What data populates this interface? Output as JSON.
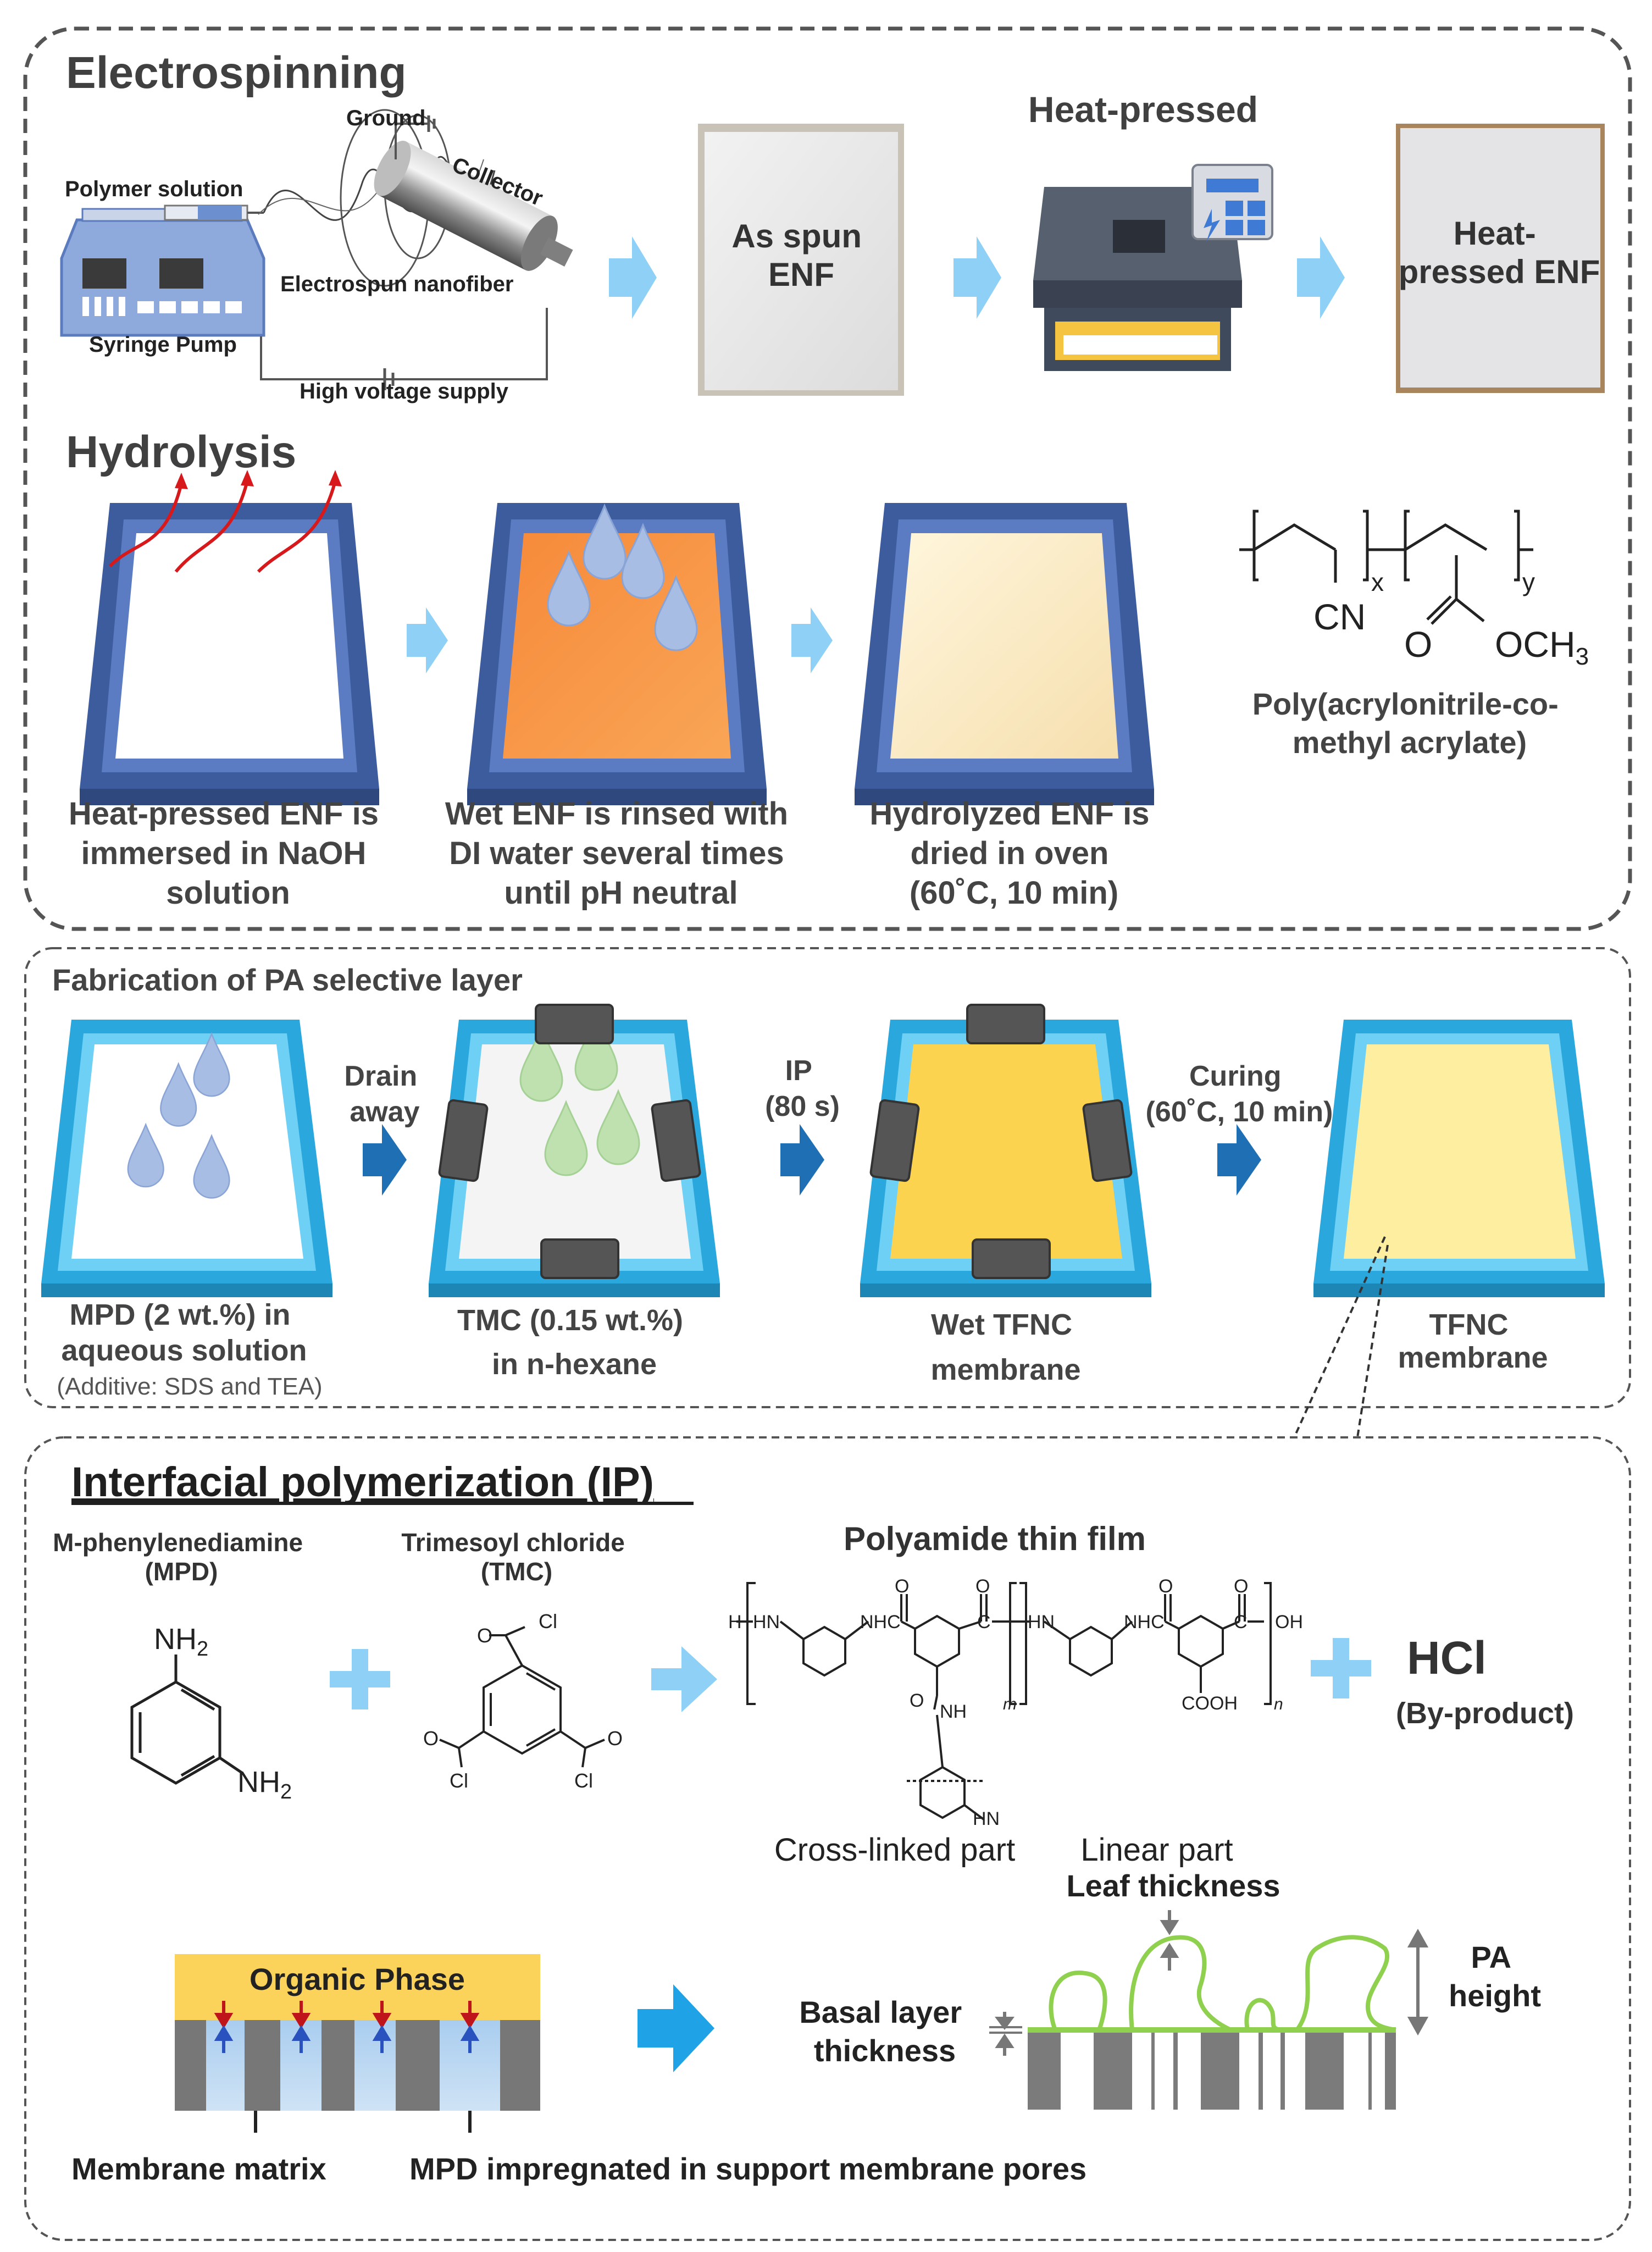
{
  "electrospinning": {
    "title": "Electrospinning",
    "labels": {
      "ground": "Ground",
      "collector": "Collector",
      "polymer_solution": "Polymer solution",
      "syringe_pump": "Syringe Pump",
      "electrospun_nanofiber": "Electrospun nanofiber",
      "high_voltage_supply": "High voltage supply"
    },
    "as_spun": [
      "As spun",
      "ENF"
    ],
    "heat_pressed_title": "Heat-pressed",
    "heat_pressed_enf": [
      "Heat-",
      "pressed ENF"
    ]
  },
  "hydrolysis": {
    "title": "Hydrolysis",
    "steps": [
      [
        "Heat-pressed ENF is",
        "immersed in NaOH",
        "solution"
      ],
      [
        "Wet ENF is rinsed with",
        "DI water several times",
        "until pH neutral"
      ],
      [
        "Hydrolyzed ENF is",
        "dried in oven",
        "(60˚C, 10 min)"
      ]
    ],
    "polymer_name": [
      "Poly(acrylonitrile-co-",
      "methyl acrylate)"
    ],
    "structure": {
      "cn": "CN",
      "ester_o": "O",
      "ester_och": "OCH",
      "sub3": "3",
      "x": "x",
      "y": "y"
    }
  },
  "fabrication": {
    "title": "Fabrication of PA selective layer",
    "arrows": [
      [
        "Drain",
        "away"
      ],
      [
        "IP",
        "(80 s)"
      ],
      [
        "Curing",
        "(60˚C, 10 min)"
      ]
    ],
    "steps": [
      [
        "MPD (2 wt.%) in",
        "aqueous solution"
      ],
      [
        "TMC (0.15 wt.%)",
        "in n-hexane"
      ],
      [
        "Wet TFNC",
        "membrane"
      ],
      [
        "TFNC",
        "membrane"
      ]
    ],
    "additive": "(Additive: SDS and TEA)"
  },
  "ip": {
    "title": "Interfacial polymerization (IP)",
    "mpd_name": [
      "M-phenylenediamine",
      "(MPD)"
    ],
    "tmc_name": [
      "Trimesoyl chloride",
      "(TMC)"
    ],
    "polyamide_title": "Polyamide thin film",
    "hcl": "HCl",
    "byproduct": "(By-product)",
    "cross_linked": "Cross-linked part",
    "linear": "Linear part",
    "chem": {
      "nh2": "NH",
      "sub2": "2",
      "cl": "Cl",
      "o": "O",
      "h": "H",
      "hn": "HN",
      "nh": "NH",
      "nhc": "NHC",
      "c": "C",
      "oh": "OH",
      "cooh": "COOH",
      "m": "m",
      "n": "n"
    },
    "organic_phase": "Organic Phase",
    "membrane_matrix": "Membrane matrix",
    "mpd_impregnated": "MPD impregnated in support membrane pores",
    "leaf_thickness": "Leaf thickness",
    "basal_layer": [
      "Basal layer",
      "thickness"
    ],
    "pa_height": [
      "PA",
      "height"
    ]
  },
  "colors": {
    "tray_dark_blue": "#3d5c9e",
    "tray_light_blue": "#2aa7dc",
    "arrow_light_blue": "#8fd0f7",
    "arrow_dark_blue": "#1f6fb5",
    "orange": "#f58b3c",
    "cream": "#fbeec9",
    "yellow": "#fcd34f",
    "pale_yellow": "#fdeea0",
    "pa_green": "#8fd14f",
    "organic_phase": "#fcd35a",
    "red_arrow": "#c0141b"
  }
}
